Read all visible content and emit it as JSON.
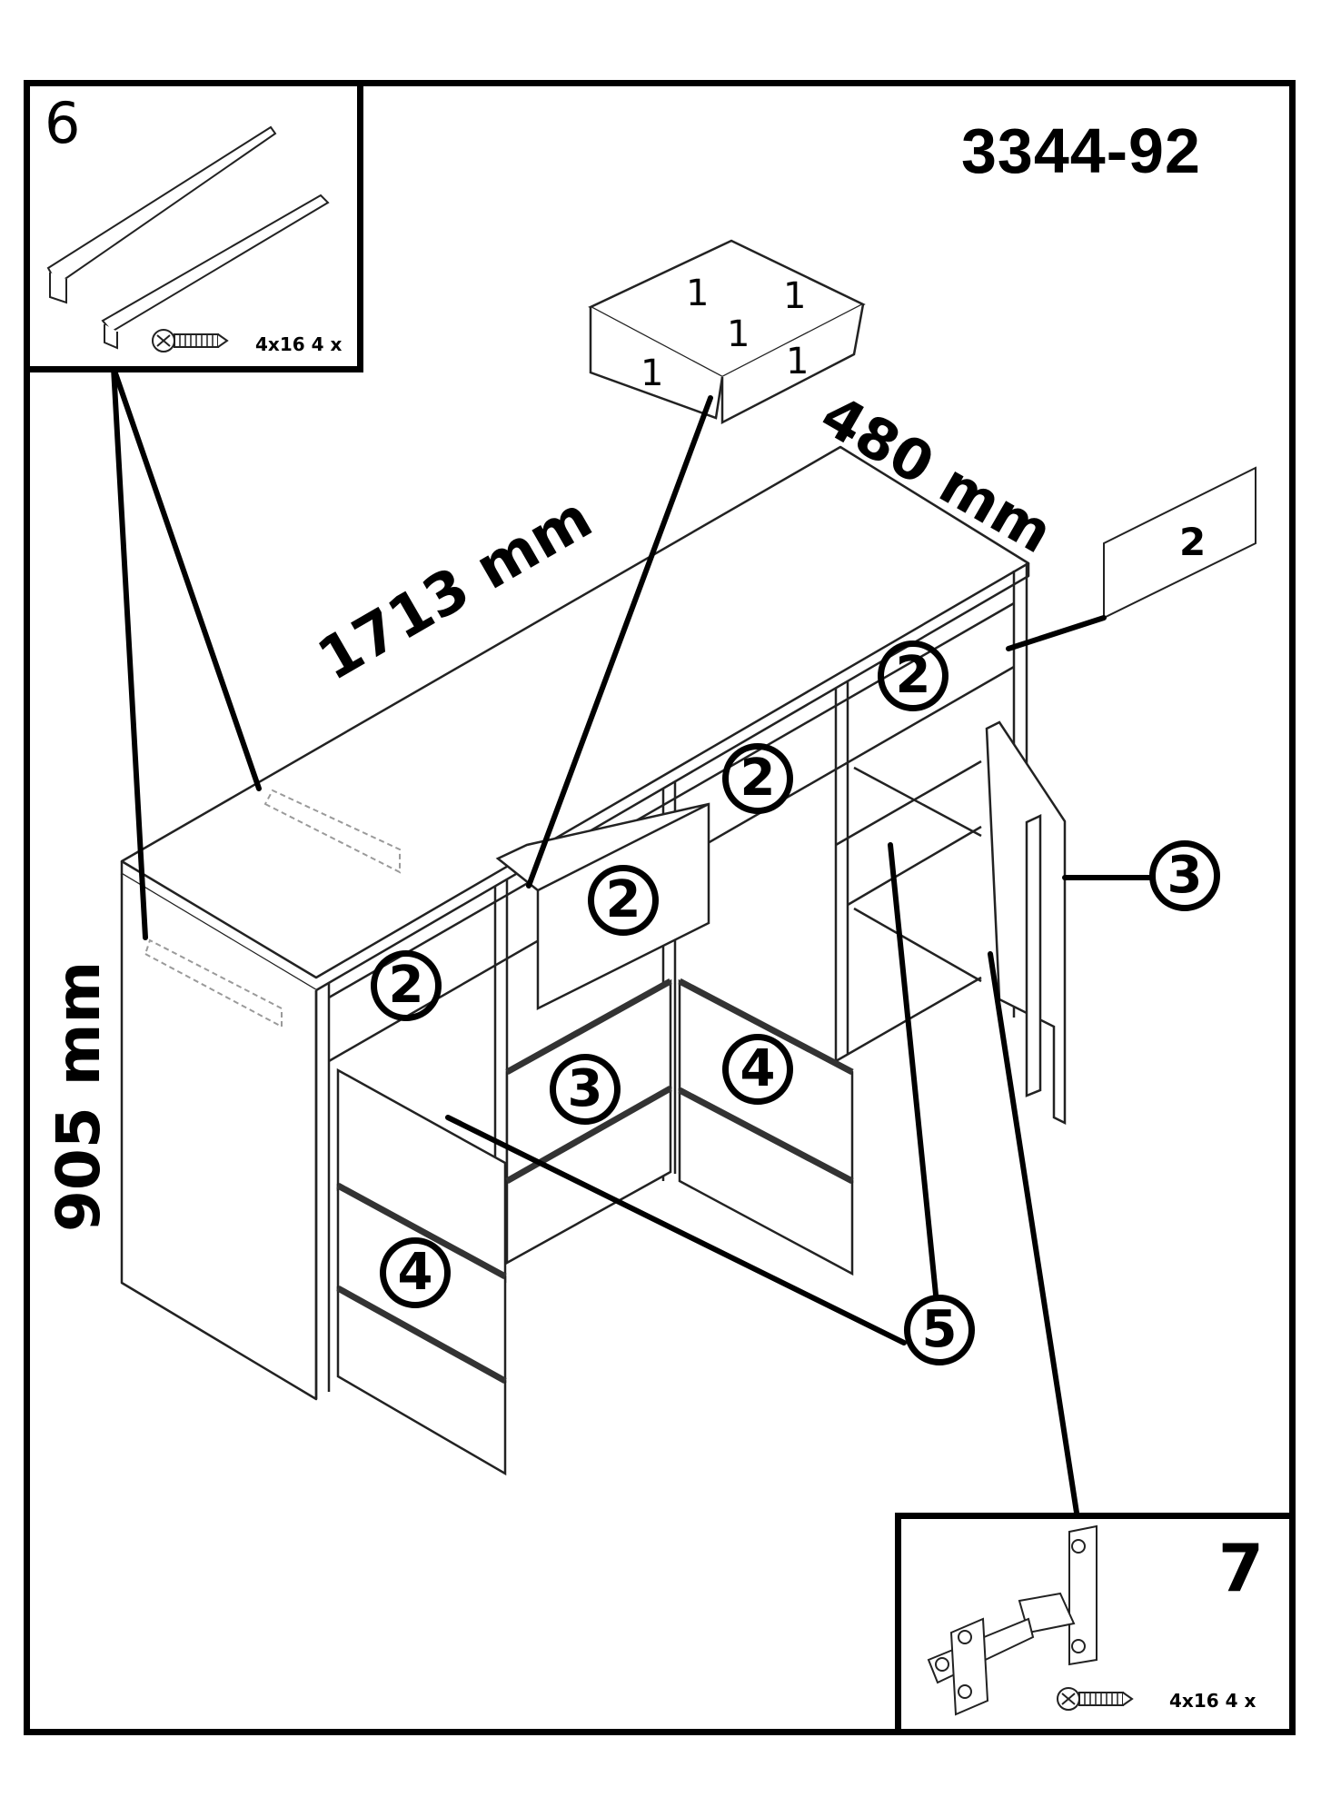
{
  "model_number": "3344-92",
  "dimensions": {
    "width": "1713 mm",
    "depth": "480 mm",
    "height": "905 mm"
  },
  "hardware_insets": [
    {
      "number": "6",
      "part": "drawer-runner-pair",
      "screw_spec": "4x16 4 x"
    },
    {
      "number": "7",
      "part": "cabinet-hinge",
      "screw_spec": "4x16 4 x"
    }
  ],
  "drawer_box": {
    "panel_labels": [
      "1",
      "1",
      "1",
      "1",
      "1"
    ]
  },
  "loose_panel": {
    "label": "2"
  },
  "callouts": [
    {
      "id": "c2a",
      "label": "2"
    },
    {
      "id": "c2b",
      "label": "2"
    },
    {
      "id": "c2c",
      "label": "2"
    },
    {
      "id": "c2d",
      "label": "2"
    },
    {
      "id": "c3a",
      "label": "3"
    },
    {
      "id": "c3b",
      "label": "3"
    },
    {
      "id": "c4a",
      "label": "4"
    },
    {
      "id": "c4b",
      "label": "4"
    },
    {
      "id": "c5",
      "label": "5"
    }
  ],
  "colors": {
    "ink": "#000000",
    "paper": "#ffffff",
    "ghost": "#9a9a9a"
  }
}
